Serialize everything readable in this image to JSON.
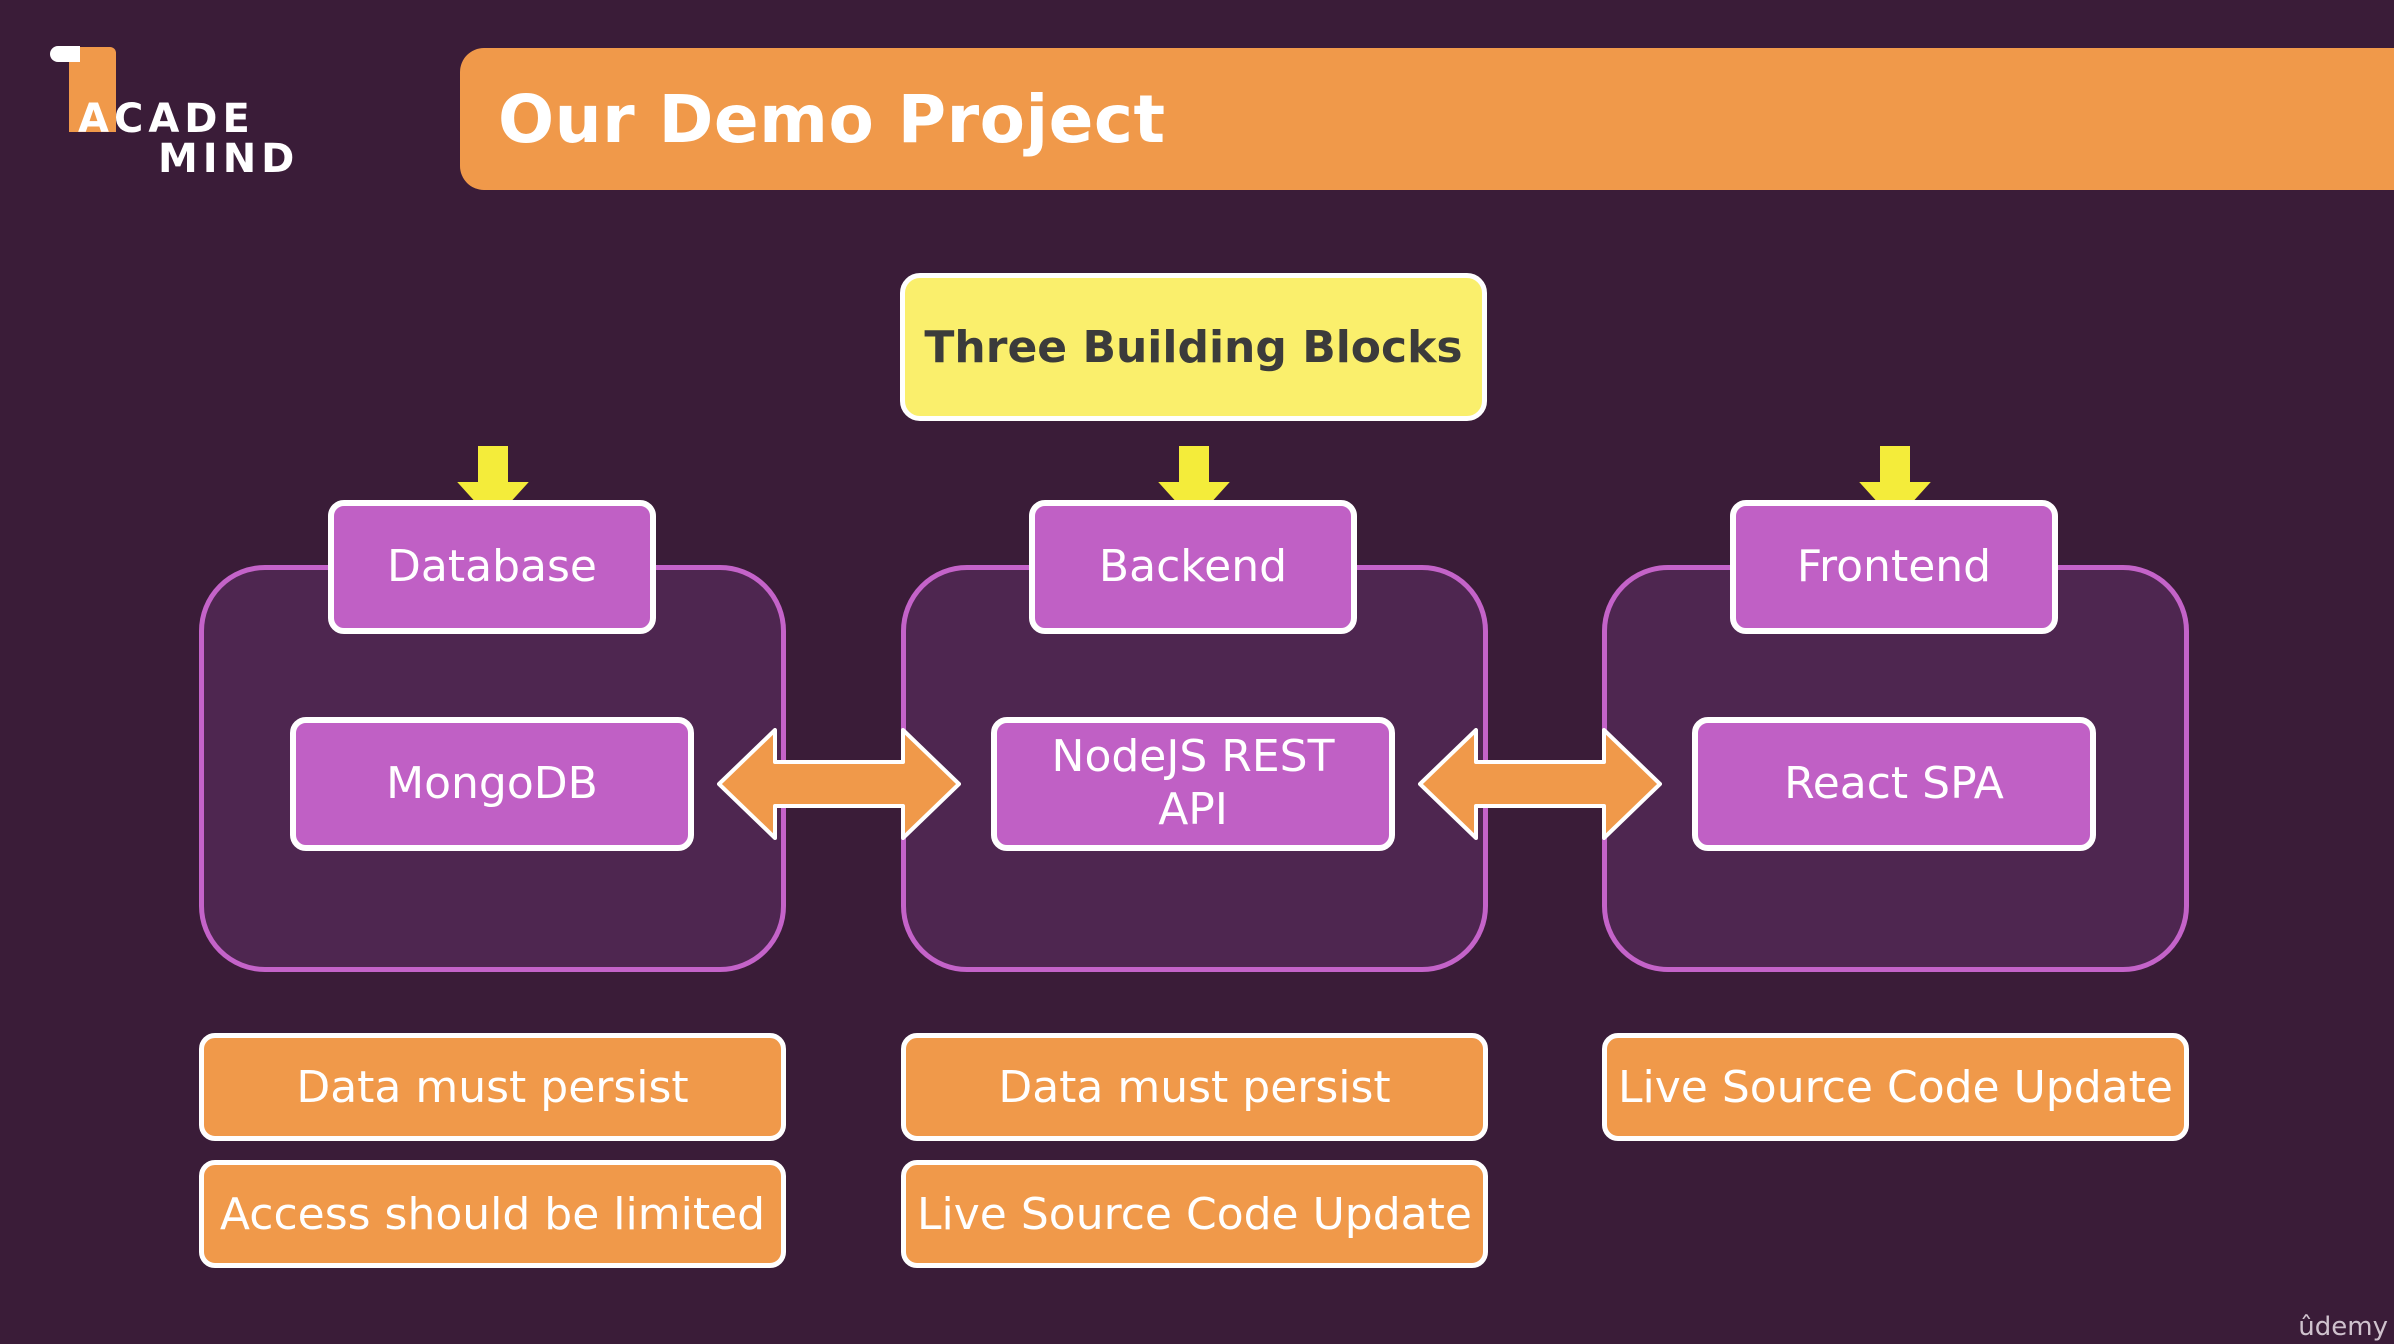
{
  "logo": {
    "line1": "ACADE",
    "line2": "MIND"
  },
  "title": "Our Demo Project",
  "top_box": "Three Building Blocks",
  "groups": [
    {
      "header": "Database",
      "component": "MongoDB",
      "notes": [
        "Data must persist",
        "Access should be limited"
      ]
    },
    {
      "header": "Backend",
      "component": "NodeJS REST API",
      "notes": [
        "Data must persist",
        "Live Source Code Update"
      ]
    },
    {
      "header": "Frontend",
      "component": "React SPA",
      "notes": [
        "Live Source Code Update"
      ]
    }
  ],
  "watermark": "ûdemy",
  "colors": {
    "background": "#3a1c38",
    "accent_orange": "#f0994a",
    "accent_purple": "#c060c5",
    "highlight_yellow": "#faef6c",
    "arrow_yellow": "#f4ec3a"
  }
}
